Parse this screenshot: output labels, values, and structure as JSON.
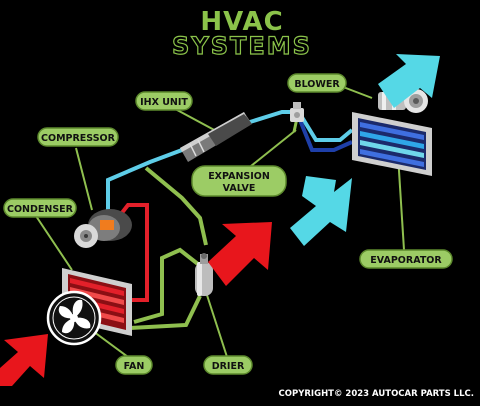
{
  "title": {
    "line1": "HVAC",
    "line2": "SYSTEMS"
  },
  "labels": {
    "compressor": "COMPRESSOR",
    "ihx_unit": "IHX UNIT",
    "blower": "BLOWER",
    "expansion_valve_line1": "EXPANSION",
    "expansion_valve_line2": "VALVE",
    "condenser": "CONDENSER",
    "evaporator": "EVAPORATOR",
    "fan": "FAN",
    "drier": "DRIER"
  },
  "copyright": "COPYRIGHT© 2023 AUTOCAR PARTS LLC.",
  "colors": {
    "background": "#000000",
    "title_green": "#8bc34a",
    "label_fill": "#9ccc65",
    "label_border": "#5d8a2d",
    "pipe_green": "#8fbf4f",
    "pipe_blue": "#5ecde8",
    "pipe_darkblue": "#1e3fa8",
    "pipe_red": "#e3202a",
    "arrow_red": "#e8161c",
    "arrow_cyan": "#55d8e6",
    "copyright_text": "#ffffff"
  },
  "icons": [
    "compressor-icon",
    "ihx-unit-icon",
    "expansion-valve-icon",
    "blower-icon",
    "evaporator-icon",
    "condenser-icon",
    "fan-icon",
    "drier-icon",
    "hot-air-arrow",
    "cold-air-arrow"
  ]
}
